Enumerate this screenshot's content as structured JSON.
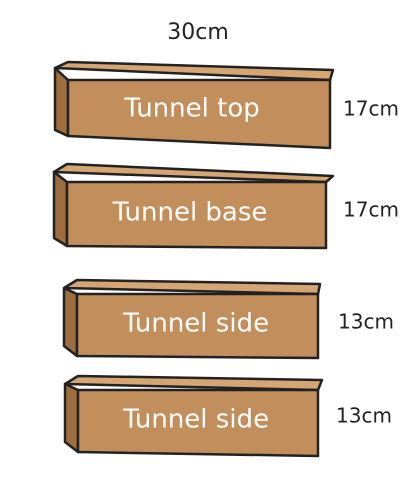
{
  "width_label": "30cm",
  "boards": [
    {
      "label": "Tunnel top",
      "length": "17cm"
    },
    {
      "label": "Tunnel base",
      "length": "17cm"
    },
    {
      "label": "Tunnel side",
      "length": "13cm"
    },
    {
      "label": "Tunnel side",
      "length": "13cm"
    }
  ],
  "colors": {
    "board_front": "#c18e5c",
    "board_top": "#d6a574",
    "board_side": "#9e6d40",
    "outline": "#222222",
    "text_on_board": "#ffffff",
    "background": "#ffffff"
  }
}
